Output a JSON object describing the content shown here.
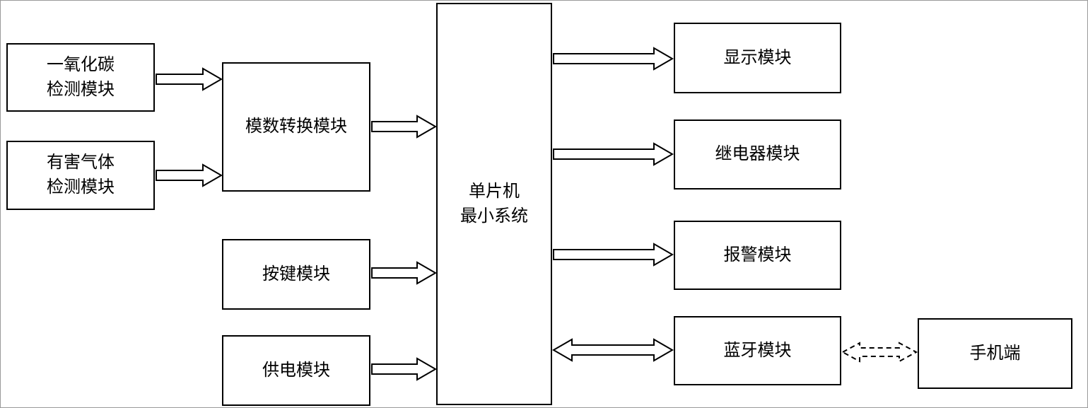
{
  "diagram": {
    "title": "gas-detection-system-block-diagram",
    "colors": {
      "box_border": "#000000",
      "background": "#ffffff",
      "outer_border": "#9a9a9a",
      "arrow_stroke": "#000000",
      "arrow_fill": "#ffffff"
    },
    "nodes": {
      "co": {
        "label_line1": "一氧化碳",
        "label_line2": "检测模块"
      },
      "gas": {
        "label_line1": "有害气体",
        "label_line2": "检测模块"
      },
      "adc": {
        "label": "模数转换模块"
      },
      "key": {
        "label": "按键模块"
      },
      "power": {
        "label": "供电模块"
      },
      "mcu": {
        "label_line1": "单片机",
        "label_line2": "最小系统"
      },
      "display": {
        "label": "显示模块"
      },
      "relay": {
        "label": "继电器模块"
      },
      "alarm": {
        "label": "报警模块"
      },
      "bluetooth": {
        "label": "蓝牙模块"
      },
      "phone": {
        "label": "手机端"
      }
    },
    "edges": [
      {
        "from": "co",
        "to": "adc",
        "direction": "one-way",
        "line": "solid"
      },
      {
        "from": "gas",
        "to": "adc",
        "direction": "one-way",
        "line": "solid"
      },
      {
        "from": "adc",
        "to": "mcu",
        "direction": "one-way",
        "line": "solid"
      },
      {
        "from": "key",
        "to": "mcu",
        "direction": "one-way",
        "line": "solid"
      },
      {
        "from": "power",
        "to": "mcu",
        "direction": "one-way",
        "line": "solid"
      },
      {
        "from": "mcu",
        "to": "display",
        "direction": "one-way",
        "line": "solid"
      },
      {
        "from": "mcu",
        "to": "relay",
        "direction": "one-way",
        "line": "solid"
      },
      {
        "from": "mcu",
        "to": "alarm",
        "direction": "one-way",
        "line": "solid"
      },
      {
        "from": "mcu",
        "to": "bluetooth",
        "direction": "two-way",
        "line": "solid"
      },
      {
        "from": "bluetooth",
        "to": "phone",
        "direction": "two-way",
        "line": "dashed"
      }
    ]
  }
}
